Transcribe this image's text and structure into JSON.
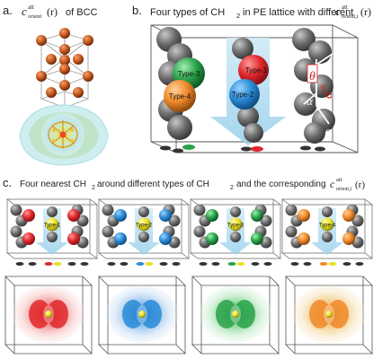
{
  "panel_a": {
    "letter": "a.",
    "symbol": "c",
    "sup": "att",
    "sub": "orient",
    "arg": "(r)",
    "suffix": "of BCC"
  },
  "panel_b": {
    "letter": "b.",
    "title": "Four types of CH",
    "title_sub": "2",
    "title_rest": "in PE lattice with different",
    "symbol": "c",
    "sup": "att",
    "sub": "orient,i",
    "arg": "(r)",
    "chain_labels": [
      "Type-3",
      "Type-4",
      "Type-1",
      "Type-2"
    ],
    "angle_labels": [
      "θ",
      "α'",
      "α",
      "α''"
    ],
    "dist_label": "d",
    "dist_sup": "ab"
  },
  "panel_c": {
    "letter": "c.",
    "title": "Four nearest CH",
    "title_sub": "2",
    "title_mid": "around different types of CH",
    "title_sub2": "2",
    "title_rest": "and the corresponding",
    "symbol": "c",
    "sup": "att",
    "sub": "orient,i",
    "arg": "(r)",
    "box_labels": [
      "Type-1",
      "Type-2",
      "Type-3",
      "Type-4"
    ]
  },
  "colors": {
    "type1": "#e0282c",
    "type2": "#2a8bd6",
    "type3": "#2aa24a",
    "type4": "#f08a2a",
    "carbon": "#666666",
    "bcc_atom": "#c85a1e",
    "arrow": "#a8d8ef"
  }
}
